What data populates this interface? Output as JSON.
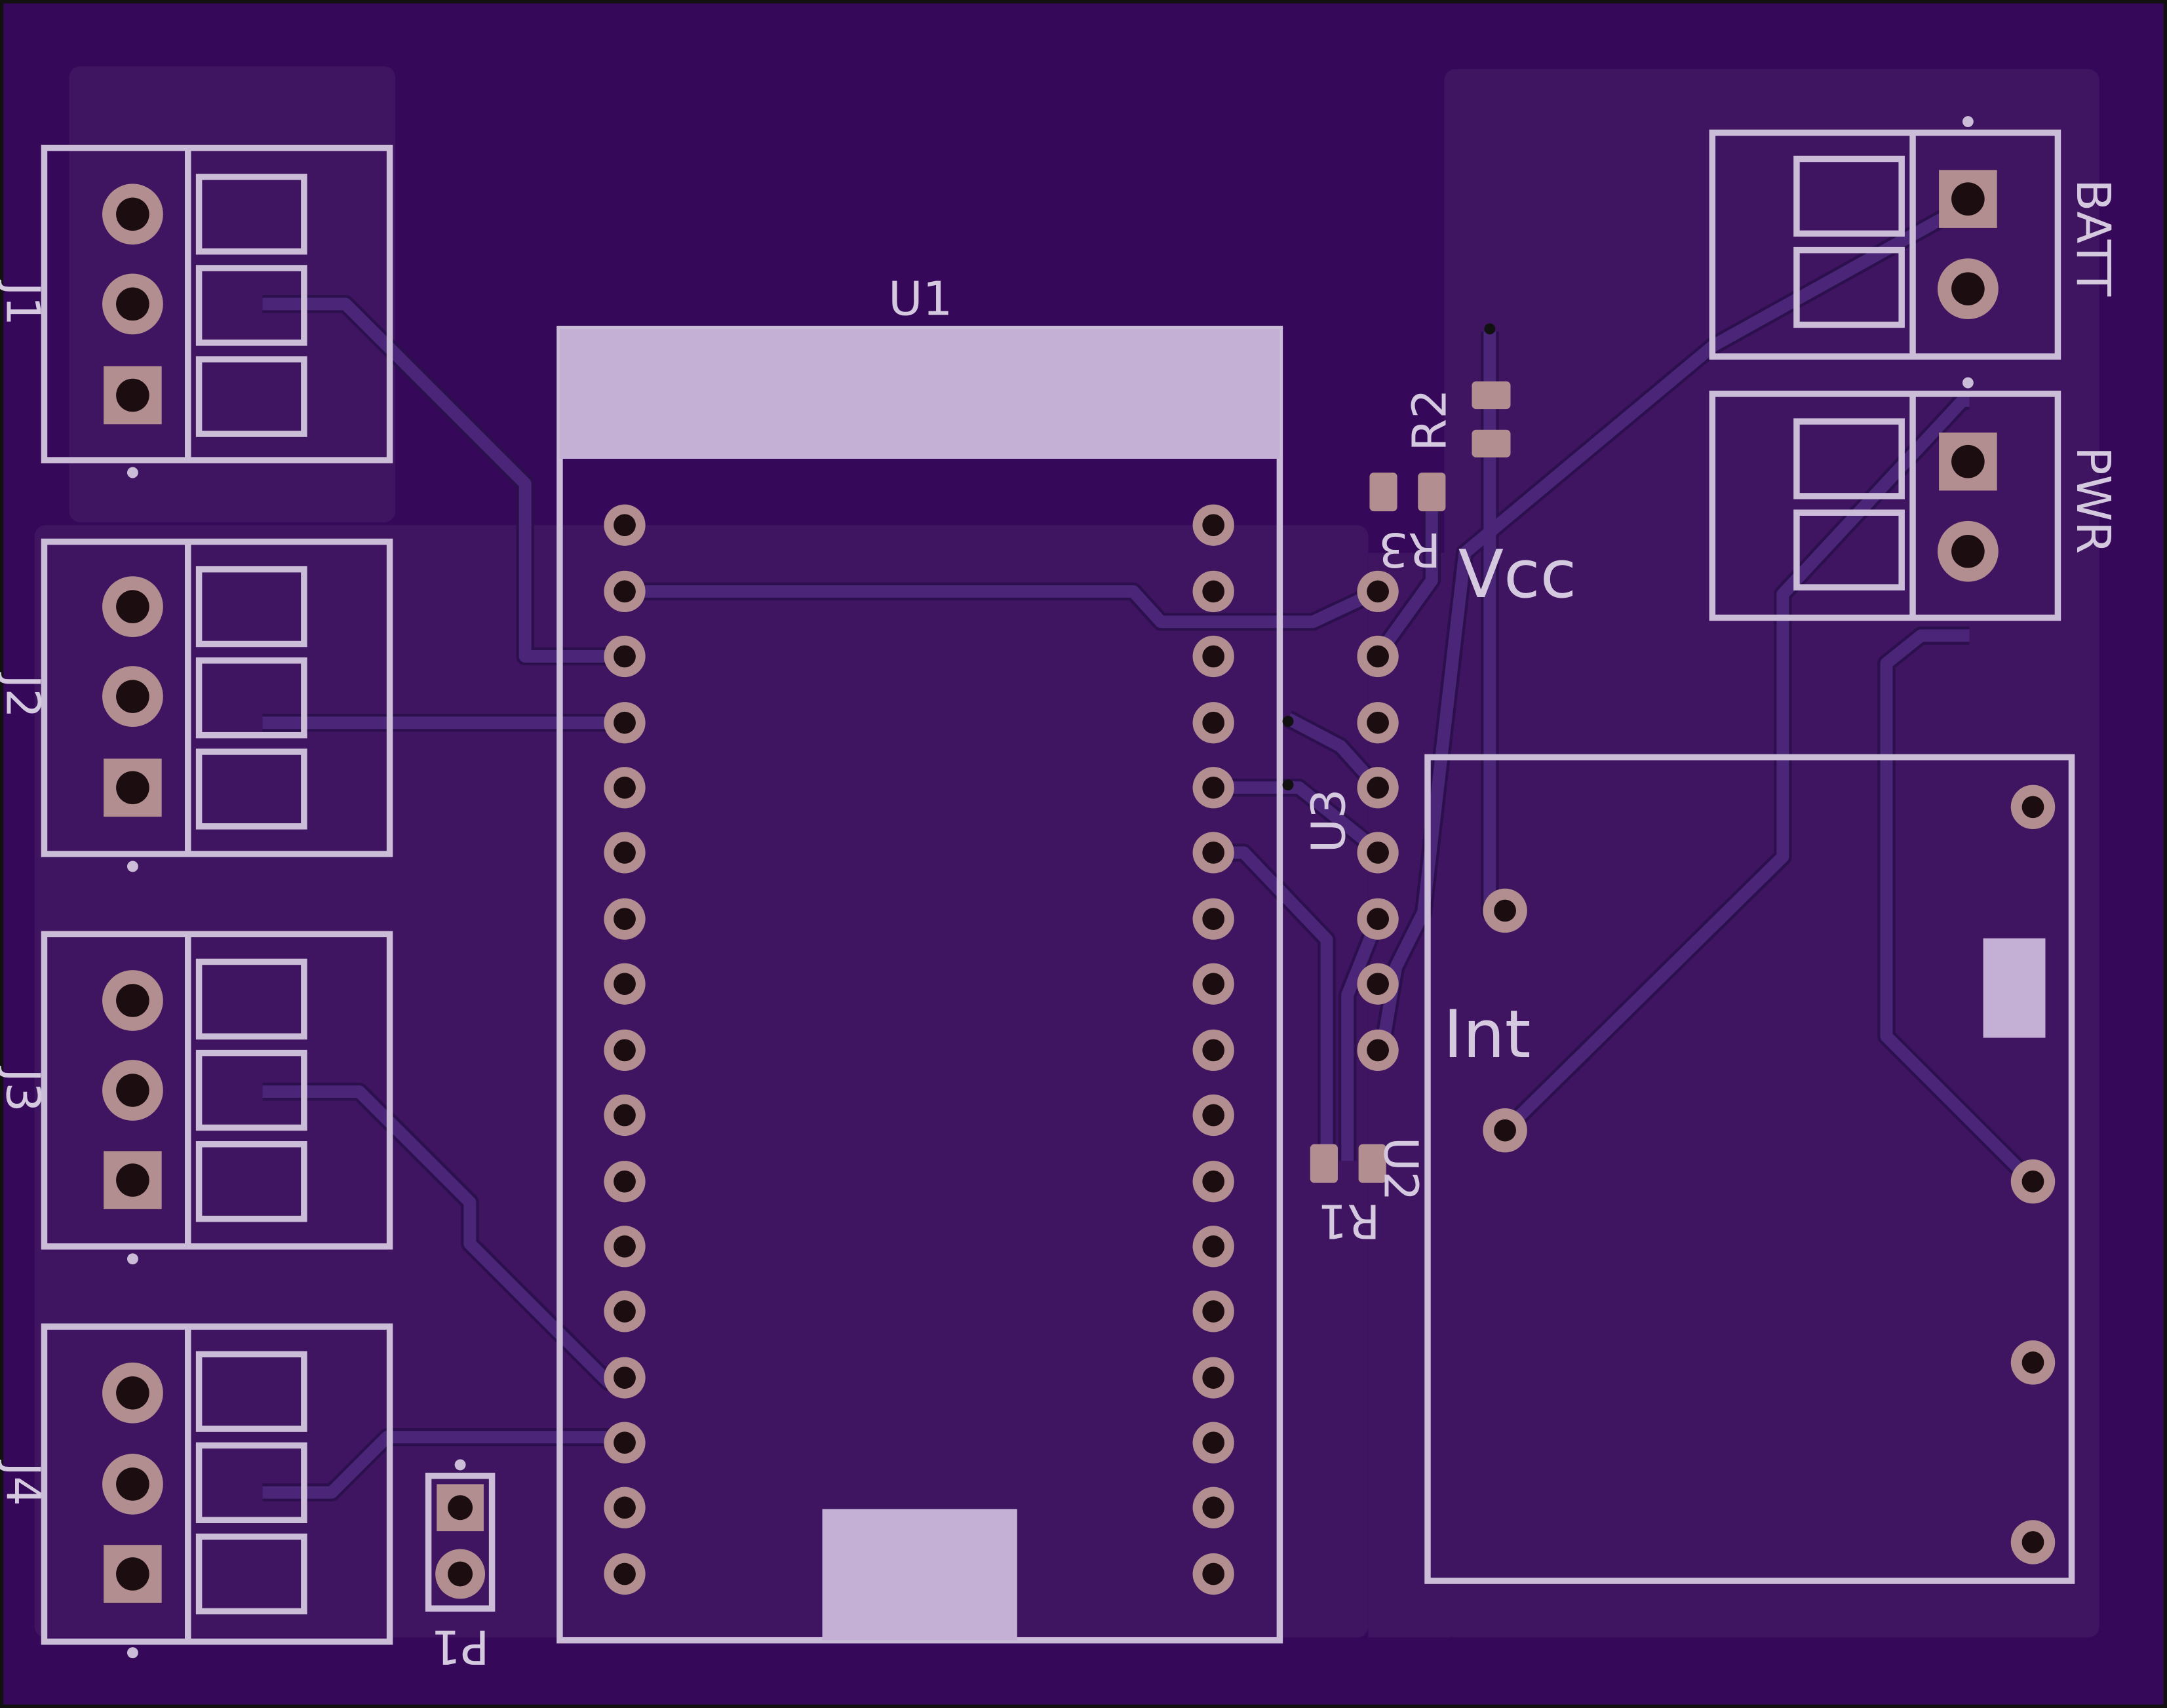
{
  "board": {
    "background": "#36085a",
    "pour": "#3f1460",
    "silkscreen": "#cbbcd8",
    "copper": "#b28e90"
  },
  "labels": {
    "u1": "U1",
    "u2": "U2",
    "u3": "U3",
    "r1": "R1",
    "r2": "R2",
    "r3": "R3",
    "j1": "J1",
    "j2": "J2",
    "j3": "J3",
    "j4": "J4",
    "p1": "P1",
    "batt": "BATT",
    "pwr": "PWR",
    "vcc": "Vcc",
    "int": "Int"
  }
}
